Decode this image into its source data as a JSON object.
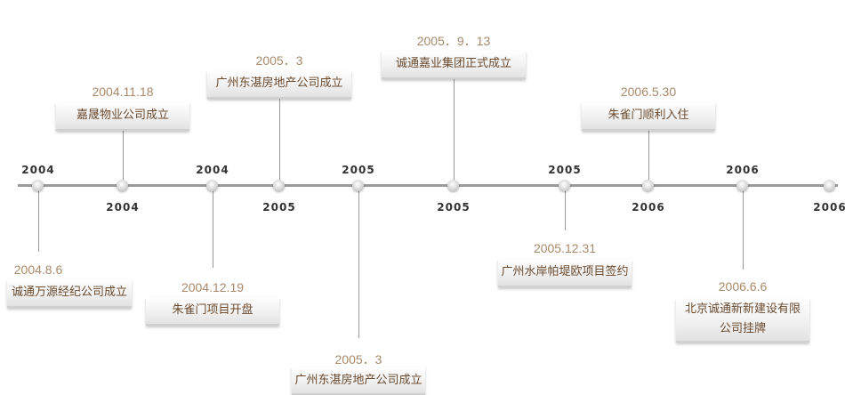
{
  "timeline": {
    "ticks": [
      {
        "year": "2004",
        "label_pos": "above"
      },
      {
        "year": "2004",
        "label_pos": "below"
      },
      {
        "year": "2004",
        "label_pos": "above"
      },
      {
        "year": "2005",
        "label_pos": "below"
      },
      {
        "year": "2005",
        "label_pos": "above"
      },
      {
        "year": "2005",
        "label_pos": "below"
      },
      {
        "year": "2005",
        "label_pos": "above"
      },
      {
        "year": "2006",
        "label_pos": "below"
      },
      {
        "year": "2006",
        "label_pos": "above"
      },
      {
        "year": "2006",
        "label_pos": "below"
      }
    ],
    "events": [
      {
        "tick": 1,
        "side": "above",
        "date": "2004.11.18",
        "lines": [
          "嘉晟物业公司成立"
        ]
      },
      {
        "tick": 3,
        "side": "above",
        "date": "2005．3",
        "lines": [
          "广州东湛房地产公司成立"
        ]
      },
      {
        "tick": 5,
        "side": "above",
        "date": "2005．9．13",
        "lines": [
          "诚通嘉业集团正式成立"
        ]
      },
      {
        "tick": 7,
        "side": "above",
        "date": "2006.5.30",
        "lines": [
          "朱雀门顺利入住"
        ]
      },
      {
        "tick": 0,
        "side": "below",
        "date": "2004.8.6",
        "lines": [
          "诚通万源经纪公司成立"
        ]
      },
      {
        "tick": 2,
        "side": "below",
        "date": "2004.12.19",
        "lines": [
          "朱雀门项目开盘"
        ]
      },
      {
        "tick": 4,
        "side": "below",
        "date": "2005．3",
        "lines": [
          "广州东湛房地产公司成立"
        ]
      },
      {
        "tick": 6,
        "side": "below",
        "date": "2005.12.31",
        "lines": [
          "广州水岸帕堤欧项目签约"
        ]
      },
      {
        "tick": 8,
        "side": "below",
        "date": "2006.6.6",
        "lines": [
          "北京诚通新新建设有限",
          "公司挂牌"
        ]
      }
    ]
  },
  "colors": {
    "axis": "#9b9b9b",
    "date_text": "#a98a6b",
    "box_text": "#6b4a2e",
    "year_text": "#333333"
  }
}
